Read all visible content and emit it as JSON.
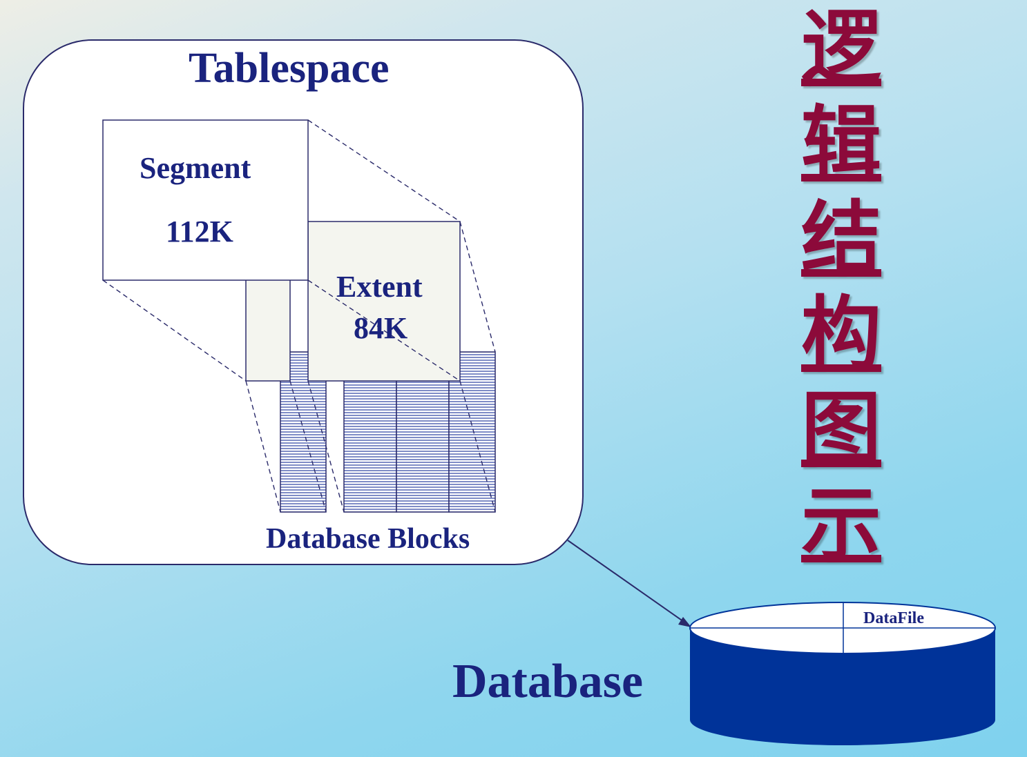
{
  "tablespace": {
    "title": "Tablespace"
  },
  "segment": {
    "title": "Segment",
    "size": "112K"
  },
  "extent": {
    "title": "Extent",
    "size": "84K"
  },
  "blocks": {
    "title": "Database Blocks"
  },
  "database": {
    "title": "Database",
    "datafile_label": "DataFile"
  },
  "side_title": {
    "chars": [
      "逻",
      "辑",
      "结",
      "构",
      "图",
      "示"
    ]
  },
  "colors": {
    "text": "#1a237e",
    "title_red": "#8c0a3a",
    "cylinder": "#003399",
    "border": "#2a2a6a"
  }
}
